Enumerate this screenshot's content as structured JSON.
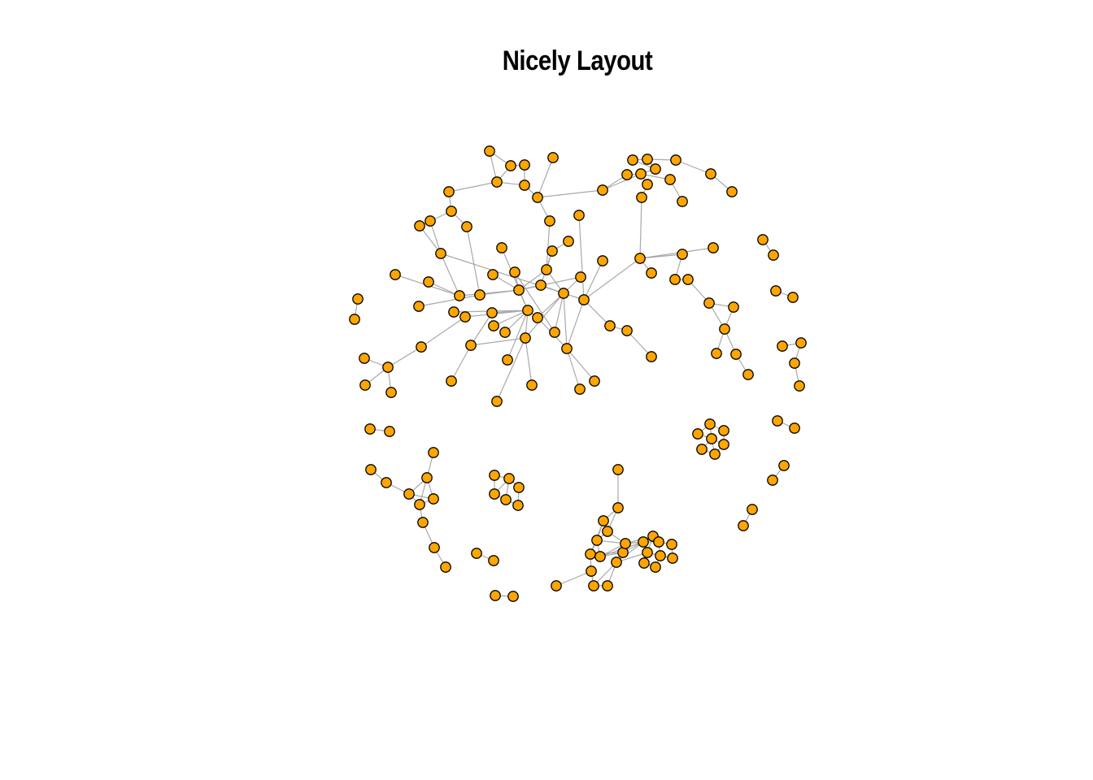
{
  "title": "Nicely Layout",
  "colors": {
    "node_fill": "#FFA500",
    "node_stroke": "#000000",
    "edge": "#A9A9A9",
    "background": "#FFFFFF"
  },
  "nodes": [
    [
      "a1",
      602,
      186
    ],
    [
      "a2",
      628,
      204
    ],
    [
      "a3",
      645,
      203
    ],
    [
      "a4",
      611,
      224
    ],
    [
      "a5",
      645,
      228
    ],
    [
      "a6",
      661,
      243
    ],
    [
      "a7",
      680,
      194
    ],
    [
      "a8",
      552,
      236
    ],
    [
      "a9",
      555,
      260
    ],
    [
      "a10",
      529,
      272
    ],
    [
      "a11",
      516,
      278
    ],
    [
      "a12",
      574,
      279
    ],
    [
      "a13",
      542,
      312
    ],
    [
      "a14",
      486,
      338
    ],
    [
      "a15",
      527,
      347
    ],
    [
      "a16",
      515,
      377
    ],
    [
      "a17",
      565,
      364
    ],
    [
      "a18",
      590,
      363
    ],
    [
      "a19",
      606,
      338
    ],
    [
      "a20",
      633,
      335
    ],
    [
      "a21",
      638,
      357
    ],
    [
      "a22",
      665,
      351
    ],
    [
      "a23",
      672,
      332
    ],
    [
      "a24",
      679,
      309
    ],
    [
      "a25",
      699,
      297
    ],
    [
      "a26",
      676,
      272
    ],
    [
      "a27",
      712,
      265
    ],
    [
      "a28",
      741,
      234
    ],
    [
      "a29",
      617,
      305
    ],
    [
      "a30",
      558,
      384
    ],
    [
      "a31",
      572,
      390
    ],
    [
      "a32",
      605,
      385
    ],
    [
      "a33",
      607,
      401
    ],
    [
      "a34",
      621,
      409
    ],
    [
      "a35",
      649,
      382
    ],
    [
      "a36",
      661,
      391
    ],
    [
      "a37",
      646,
      416
    ],
    [
      "a38",
      682,
      409
    ],
    [
      "a39",
      693,
      361
    ],
    [
      "a40",
      714,
      341
    ],
    [
      "a41",
      718,
      369
    ],
    [
      "a42",
      741,
      321
    ],
    [
      "a43",
      750,
      401
    ],
    [
      "a44",
      771,
      407
    ],
    [
      "a45",
      801,
      439
    ],
    [
      "a46",
      697,
      429
    ],
    [
      "a47",
      624,
      443
    ],
    [
      "a48",
      579,
      425
    ],
    [
      "a49",
      518,
      427
    ],
    [
      "a50",
      555,
      469
    ],
    [
      "a51",
      611,
      494
    ],
    [
      "a52",
      654,
      474
    ],
    [
      "a53",
      713,
      479
    ],
    [
      "a54",
      731,
      469
    ],
    [
      "a55",
      477,
      452
    ],
    [
      "a56",
      448,
      441
    ],
    [
      "a57",
      449,
      474
    ],
    [
      "a58",
      481,
      483
    ],
    [
      "a59",
      440,
      368
    ],
    [
      "a60",
      436,
      393
    ],
    [
      "b1",
      778,
      197
    ],
    [
      "b2",
      796,
      196
    ],
    [
      "b3",
      806,
      208
    ],
    [
      "b4",
      831,
      197
    ],
    [
      "b5",
      771,
      215
    ],
    [
      "b6",
      788,
      214
    ],
    [
      "b7",
      796,
      227
    ],
    [
      "b8",
      824,
      221
    ],
    [
      "b9",
      789,
      243
    ],
    [
      "b10",
      839,
      248
    ],
    [
      "b11",
      874,
      214
    ],
    [
      "b12",
      900,
      236
    ],
    [
      "b13",
      787,
      318
    ],
    [
      "b14",
      839,
      313
    ],
    [
      "b15",
      877,
      305
    ],
    [
      "b16",
      801,
      336
    ],
    [
      "b17",
      830,
      344
    ],
    [
      "b18",
      846,
      344
    ],
    [
      "b19",
      872,
      373
    ],
    [
      "b20",
      902,
      378
    ],
    [
      "b21",
      891,
      405
    ],
    [
      "b22",
      881,
      435
    ],
    [
      "b23",
      905,
      436
    ],
    [
      "b24",
      920,
      461
    ],
    [
      "c1",
      938,
      295
    ],
    [
      "c2",
      951,
      314
    ],
    [
      "c3",
      954,
      358
    ],
    [
      "c4",
      975,
      366
    ],
    [
      "c5",
      962,
      426
    ],
    [
      "c6",
      985,
      422
    ],
    [
      "c7",
      977,
      447
    ],
    [
      "c8",
      983,
      475
    ],
    [
      "c9",
      956,
      518
    ],
    [
      "c10",
      977,
      527
    ],
    [
      "c11",
      964,
      573
    ],
    [
      "c12",
      950,
      591
    ],
    [
      "c13",
      925,
      627
    ],
    [
      "c14",
      914,
      647
    ],
    [
      "d1",
      873,
      522
    ],
    [
      "d2",
      858,
      534
    ],
    [
      "d3",
      890,
      530
    ],
    [
      "d4",
      875,
      540
    ],
    [
      "d5",
      890,
      547
    ],
    [
      "d6",
      863,
      553
    ],
    [
      "d7",
      879,
      559
    ],
    [
      "e1",
      455,
      528
    ],
    [
      "e2",
      479,
      531
    ],
    [
      "e3",
      533,
      557
    ],
    [
      "e4",
      456,
      578
    ],
    [
      "e5",
      475,
      594
    ],
    [
      "e6",
      525,
      588
    ],
    [
      "e7",
      503,
      608
    ],
    [
      "e8",
      533,
      614
    ],
    [
      "e9",
      516,
      621
    ],
    [
      "e10",
      520,
      643
    ],
    [
      "e11",
      534,
      674
    ],
    [
      "e12",
      548,
      698
    ],
    [
      "f1",
      608,
      585
    ],
    [
      "f2",
      626,
      589
    ],
    [
      "f3",
      638,
      600
    ],
    [
      "f4",
      608,
      608
    ],
    [
      "f5",
      622,
      615
    ],
    [
      "f6",
      637,
      622
    ],
    [
      "g1",
      586,
      681
    ],
    [
      "g2",
      607,
      690
    ],
    [
      "g3",
      609,
      733
    ],
    [
      "g4",
      631,
      734
    ],
    [
      "g5",
      684,
      721
    ],
    [
      "h1",
      760,
      578
    ],
    [
      "h2",
      760,
      625
    ],
    [
      "h3",
      742,
      641
    ],
    [
      "h4",
      747,
      654
    ],
    [
      "h5",
      734,
      665
    ],
    [
      "h6",
      726,
      682
    ],
    [
      "h7",
      738,
      685
    ],
    [
      "h8",
      727,
      703
    ],
    [
      "h9",
      766,
      680
    ],
    [
      "h10",
      769,
      669
    ],
    [
      "h11",
      758,
      692
    ],
    [
      "h12",
      730,
      721
    ],
    [
      "h13",
      747,
      721
    ],
    [
      "h14",
      791,
      667
    ],
    [
      "h15",
      803,
      660
    ],
    [
      "h16",
      810,
      667
    ],
    [
      "h17",
      826,
      670
    ],
    [
      "h18",
      796,
      680
    ],
    [
      "h19",
      812,
      684
    ],
    [
      "h20",
      827,
      687
    ],
    [
      "h21",
      792,
      693
    ],
    [
      "h22",
      806,
      698
    ]
  ],
  "edges": [
    [
      "a1",
      "a2"
    ],
    [
      "a2",
      "a3"
    ],
    [
      "a2",
      "a4"
    ],
    [
      "a3",
      "a5"
    ],
    [
      "a5",
      "a6"
    ],
    [
      "a4",
      "a5"
    ],
    [
      "a1",
      "a4"
    ],
    [
      "a4",
      "a8"
    ],
    [
      "a8",
      "a9"
    ],
    [
      "a9",
      "a10"
    ],
    [
      "a10",
      "a11"
    ],
    [
      "a9",
      "a12"
    ],
    [
      "a10",
      "a13"
    ],
    [
      "a11",
      "a13"
    ],
    [
      "a13",
      "a17"
    ],
    [
      "a12",
      "a18"
    ],
    [
      "a14",
      "a17"
    ],
    [
      "a15",
      "a17"
    ],
    [
      "a16",
      "a18"
    ],
    [
      "a17",
      "a21"
    ],
    [
      "a18",
      "a21"
    ],
    [
      "a19",
      "a21"
    ],
    [
      "a20",
      "a21"
    ],
    [
      "a21",
      "a22"
    ],
    [
      "a21",
      "a23"
    ],
    [
      "a23",
      "a24"
    ],
    [
      "a23",
      "a26"
    ],
    [
      "a24",
      "a25"
    ],
    [
      "a26",
      "a6"
    ],
    [
      "a6",
      "a7"
    ],
    [
      "a6",
      "a28"
    ],
    [
      "a27",
      "a41"
    ],
    [
      "a29",
      "a35"
    ],
    [
      "a30",
      "a35"
    ],
    [
      "a31",
      "a35"
    ],
    [
      "a32",
      "a35"
    ],
    [
      "a33",
      "a35"
    ],
    [
      "a34",
      "a35"
    ],
    [
      "a35",
      "a36"
    ],
    [
      "a35",
      "a37"
    ],
    [
      "a35",
      "a21"
    ],
    [
      "a36",
      "a39"
    ],
    [
      "a37",
      "a39"
    ],
    [
      "a38",
      "a39"
    ],
    [
      "a39",
      "a40"
    ],
    [
      "a39",
      "a23"
    ],
    [
      "a22",
      "a39"
    ],
    [
      "a41",
      "a43"
    ],
    [
      "a41",
      "a46"
    ],
    [
      "a43",
      "a44"
    ],
    [
      "a44",
      "a45"
    ],
    [
      "a46",
      "a53"
    ],
    [
      "a46",
      "a54"
    ],
    [
      "a37",
      "a52"
    ],
    [
      "a37",
      "a51"
    ],
    [
      "a37",
      "a48"
    ],
    [
      "a35",
      "a47"
    ],
    [
      "a48",
      "a50"
    ],
    [
      "a48",
      "a32"
    ],
    [
      "a49",
      "a31"
    ],
    [
      "a55",
      "a49"
    ],
    [
      "a55",
      "a56"
    ],
    [
      "a55",
      "a57"
    ],
    [
      "a55",
      "a58"
    ],
    [
      "a59",
      "a60"
    ],
    [
      "a41",
      "a13"
    ],
    [
      "a41",
      "a42"
    ],
    [
      "a39",
      "a46"
    ],
    [
      "a21",
      "a40"
    ],
    [
      "a22",
      "a24"
    ],
    [
      "a36",
      "a46"
    ],
    [
      "a20",
      "a38"
    ],
    [
      "b1",
      "b2"
    ],
    [
      "b1",
      "b3"
    ],
    [
      "b2",
      "b4"
    ],
    [
      "b2",
      "b3"
    ],
    [
      "b3",
      "b6"
    ],
    [
      "b5",
      "b6"
    ],
    [
      "b6",
      "b7"
    ],
    [
      "b6",
      "b8"
    ],
    [
      "b7",
      "b9"
    ],
    [
      "b8",
      "b10"
    ],
    [
      "b4",
      "b11"
    ],
    [
      "b11",
      "b12"
    ],
    [
      "b5",
      "a28"
    ],
    [
      "b6",
      "a28"
    ],
    [
      "b9",
      "b13"
    ],
    [
      "b13",
      "a41"
    ],
    [
      "b13",
      "b14"
    ],
    [
      "b13",
      "b15"
    ],
    [
      "b14",
      "b17"
    ],
    [
      "b13",
      "b16"
    ],
    [
      "b17",
      "b18"
    ],
    [
      "b18",
      "b19"
    ],
    [
      "b19",
      "b20"
    ],
    [
      "b20",
      "b21"
    ],
    [
      "b19",
      "b21"
    ],
    [
      "b21",
      "b22"
    ],
    [
      "b21",
      "b23"
    ],
    [
      "b23",
      "b24"
    ],
    [
      "c1",
      "c2"
    ],
    [
      "c3",
      "c4"
    ],
    [
      "c5",
      "c6"
    ],
    [
      "c6",
      "c7"
    ],
    [
      "c7",
      "c8"
    ],
    [
      "c9",
      "c10"
    ],
    [
      "c11",
      "c12"
    ],
    [
      "c13",
      "c14"
    ],
    [
      "d1",
      "d2"
    ],
    [
      "d1",
      "d3"
    ],
    [
      "d1",
      "d4"
    ],
    [
      "d2",
      "d4"
    ],
    [
      "d3",
      "d5"
    ],
    [
      "d4",
      "d5"
    ],
    [
      "d4",
      "d6"
    ],
    [
      "d4",
      "d7"
    ],
    [
      "d6",
      "d7"
    ],
    [
      "d5",
      "d7"
    ],
    [
      "e1",
      "e2"
    ],
    [
      "e3",
      "e6"
    ],
    [
      "e4",
      "e5"
    ],
    [
      "e5",
      "e7"
    ],
    [
      "e6",
      "e7"
    ],
    [
      "e6",
      "e8"
    ],
    [
      "e6",
      "e9"
    ],
    [
      "e7",
      "e9"
    ],
    [
      "e8",
      "e9"
    ],
    [
      "e9",
      "e10"
    ],
    [
      "e10",
      "e11"
    ],
    [
      "e11",
      "e12"
    ],
    [
      "e7",
      "e8"
    ],
    [
      "f1",
      "f2"
    ],
    [
      "f2",
      "f3"
    ],
    [
      "f1",
      "f4"
    ],
    [
      "f2",
      "f4"
    ],
    [
      "f4",
      "f5"
    ],
    [
      "f5",
      "f6"
    ],
    [
      "f3",
      "f6"
    ],
    [
      "f2",
      "f5"
    ],
    [
      "g1",
      "g2"
    ],
    [
      "g3",
      "g4"
    ],
    [
      "g5",
      "h8"
    ],
    [
      "h1",
      "h2"
    ],
    [
      "h2",
      "h3"
    ],
    [
      "h2",
      "h4"
    ],
    [
      "h3",
      "h5"
    ],
    [
      "h4",
      "h5"
    ],
    [
      "h5",
      "h6"
    ],
    [
      "h5",
      "h7"
    ],
    [
      "h6",
      "h7"
    ],
    [
      "h6",
      "h8"
    ],
    [
      "h7",
      "h9"
    ],
    [
      "h7",
      "h10"
    ],
    [
      "h9",
      "h10"
    ],
    [
      "h9",
      "h11"
    ],
    [
      "h11",
      "h12"
    ],
    [
      "h11",
      "h13"
    ],
    [
      "h8",
      "h12"
    ],
    [
      "h10",
      "h14"
    ],
    [
      "h10",
      "h15"
    ],
    [
      "h11",
      "h14"
    ],
    [
      "h11",
      "h18"
    ],
    [
      "h14",
      "h15"
    ],
    [
      "h15",
      "h16"
    ],
    [
      "h16",
      "h17"
    ],
    [
      "h14",
      "h18"
    ],
    [
      "h18",
      "h19"
    ],
    [
      "h19",
      "h20"
    ],
    [
      "h18",
      "h21"
    ],
    [
      "h21",
      "h22"
    ],
    [
      "h19",
      "h22"
    ],
    [
      "h16",
      "h19"
    ],
    [
      "h14",
      "h16"
    ],
    [
      "h9",
      "h14"
    ],
    [
      "h7",
      "h14"
    ],
    [
      "h5",
      "h10"
    ],
    [
      "h6",
      "h9"
    ],
    [
      "h3",
      "h6"
    ],
    [
      "h4",
      "h10"
    ],
    [
      "h17",
      "h20"
    ],
    [
      "h15",
      "h18"
    ],
    [
      "h12",
      "h13"
    ]
  ]
}
